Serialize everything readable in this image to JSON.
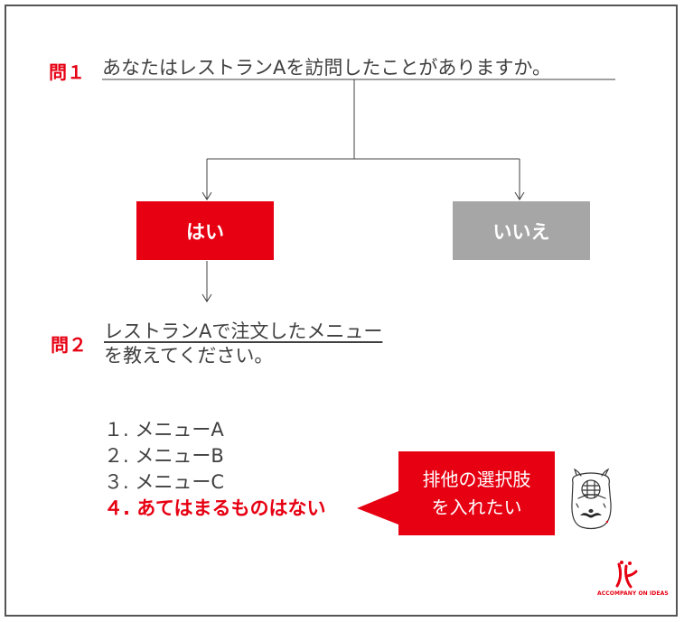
{
  "colors": {
    "accent": "#e60012",
    "gray": "#a6a6a6",
    "text": "#404040"
  },
  "q1": {
    "number": "問１",
    "text": "あなたはレストランAを訪問したことがありますか。"
  },
  "answers": {
    "yes": "はい",
    "no": "いいえ"
  },
  "q2": {
    "number": "問２",
    "line1": "レストランAで注文したメニュー",
    "line2": "を教えてください。"
  },
  "options": [
    {
      "label": "１. メニューA",
      "highlight": false
    },
    {
      "label": "２. メニューB",
      "highlight": false
    },
    {
      "label": "３. メニューC",
      "highlight": false
    },
    {
      "label": "４. あてはまるものはない",
      "highlight": true
    }
  ],
  "callout": {
    "line1": "排他の選択肢",
    "line2": "を入れたい"
  },
  "logo": {
    "text": "ACCOMPANY ON IDEAS"
  },
  "icons": {
    "mascot": "rabbit-mascot-icon",
    "logo": "accompany-logo-icon"
  }
}
